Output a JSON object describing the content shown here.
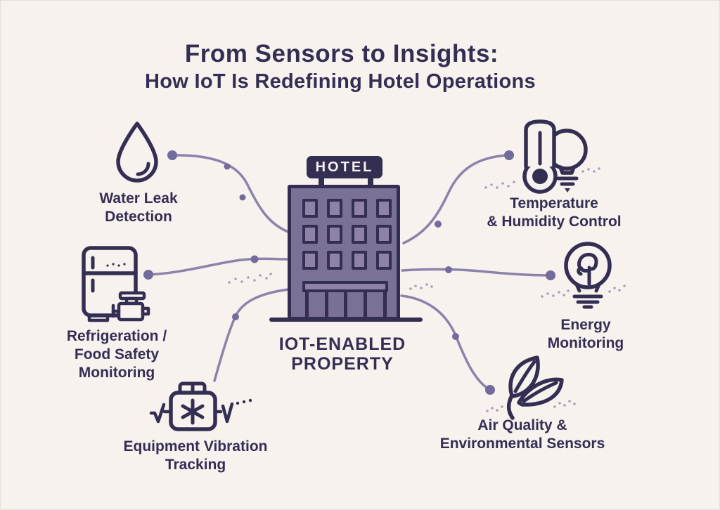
{
  "title": {
    "line1": "From Sensors to Insights:",
    "line2": "How IoT Is Redefining Hotel Operations"
  },
  "hotel": {
    "sign": "HOTEL",
    "caption_line1": "IOT-ENABLED",
    "caption_line2": "PROPERTY"
  },
  "nodes": {
    "water_leak": {
      "icon": "water-drop-icon",
      "lines": [
        "Water Leak",
        "Detection"
      ]
    },
    "refrigeration": {
      "icon": "refrigerator-icon",
      "lines": [
        "Refrigeration /",
        "Food Safety",
        "Monitoring"
      ]
    },
    "vibration": {
      "icon": "vibration-sensor-icon",
      "lines": [
        "Equipment Vibration",
        "Tracking"
      ]
    },
    "temperature": {
      "icon": "thermometer-bulb-icon",
      "lines": [
        "Temperature",
        "& Humidity Control"
      ]
    },
    "energy": {
      "icon": "light-bulb-icon",
      "lines": [
        "Energy",
        "Monitoring"
      ]
    },
    "air_quality": {
      "icon": "leaves-icon",
      "lines": [
        "Air Quality &",
        "Environmental Sensors"
      ]
    }
  },
  "colors": {
    "bg": "#f7f2ee",
    "ink": "#352e53",
    "facade": "#7b7095",
    "facade_light": "#8e83a7",
    "connector": "#8b83aa",
    "connector_dot": "#746b9d",
    "scatter": "#a99fb8",
    "sign_text": "#f6f2ee"
  }
}
